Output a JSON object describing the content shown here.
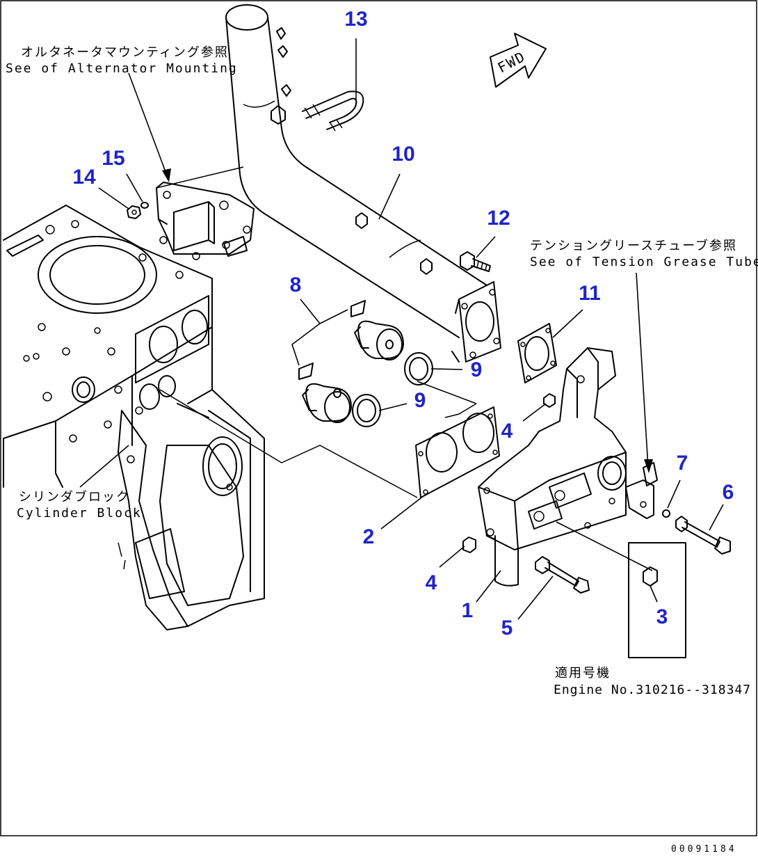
{
  "callouts": [
    {
      "id": "c1",
      "label": "1"
    },
    {
      "id": "c2",
      "label": "2"
    },
    {
      "id": "c3",
      "label": "3"
    },
    {
      "id": "c4a",
      "label": "4"
    },
    {
      "id": "c4b",
      "label": "4"
    },
    {
      "id": "c5",
      "label": "5"
    },
    {
      "id": "c6",
      "label": "6"
    },
    {
      "id": "c7",
      "label": "7"
    },
    {
      "id": "c8",
      "label": "8"
    },
    {
      "id": "c9a",
      "label": "9"
    },
    {
      "id": "c9b",
      "label": "9"
    },
    {
      "id": "c10",
      "label": "10"
    },
    {
      "id": "c11",
      "label": "11"
    },
    {
      "id": "c12",
      "label": "12"
    },
    {
      "id": "c13",
      "label": "13"
    },
    {
      "id": "c14",
      "label": "14"
    },
    {
      "id": "c15",
      "label": "15"
    }
  ],
  "notes": {
    "alternator_jp": "オルタネータマウンティング参照",
    "alternator_en": "See of Alternator Mounting",
    "tension_jp": "テンショングリースチューブ参照",
    "tension_en": "See of Tension Grease Tube",
    "cylinder_jp": "シリンダブロック",
    "cylinder_en": "Cylinder Block",
    "applicable_jp": "適用号機",
    "applicable_en": "Engine No.310216--318347",
    "fwd": "FWD",
    "drawing_no": "00091184"
  }
}
